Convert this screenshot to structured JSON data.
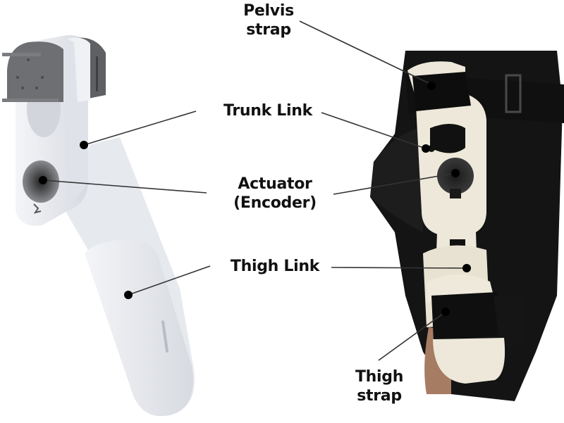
{
  "figure": {
    "description": "Hip exoskeleton: CAD render (left) and worn prototype (right) with component labels",
    "labels": {
      "pelvis_strap": [
        "Pelvis",
        "strap"
      ],
      "trunk_link": "Trunk Link",
      "actuator": [
        "Actuator",
        "(Encoder)"
      ],
      "thigh_link": "Thigh Link",
      "thigh_strap": [
        "Thigh",
        "strap"
      ]
    },
    "colors": {
      "cad_body": "#eef0f4",
      "cad_shadow": "#c9ccd3",
      "cad_cap": "#6a6c70",
      "pants": "#121212",
      "prototype_body": "#ece8dc",
      "skin": "#a67c63",
      "leader_line": "#333333"
    }
  }
}
